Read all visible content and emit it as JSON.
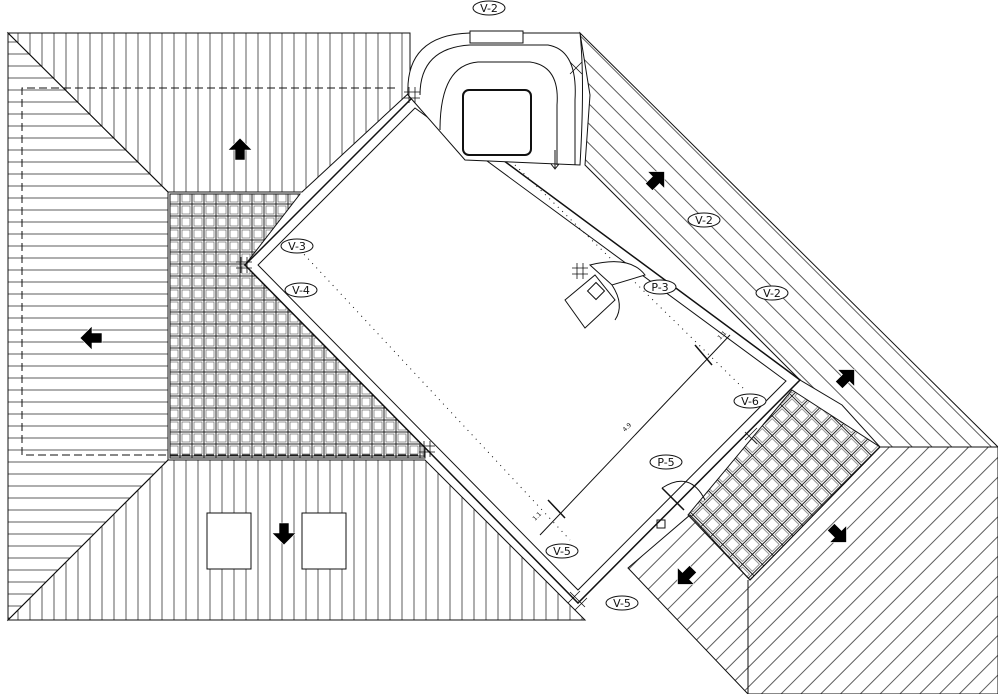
{
  "drawing": {
    "type": "roof plan",
    "line_color": "#111111",
    "background": "#ffffff"
  },
  "labels": [
    {
      "id": "v2-top",
      "text": "V-2"
    },
    {
      "id": "v2-a",
      "text": "V-2"
    },
    {
      "id": "v2-b",
      "text": "V-2"
    },
    {
      "id": "v3",
      "text": "V-3"
    },
    {
      "id": "v4",
      "text": "V-4"
    },
    {
      "id": "p3",
      "text": "P-3"
    },
    {
      "id": "v6",
      "text": "V-6"
    },
    {
      "id": "p5",
      "text": "P-5"
    },
    {
      "id": "v5-a",
      "text": "V-5"
    },
    {
      "id": "v5-b",
      "text": "V-5"
    }
  ],
  "dimensions": {
    "main": "4.9",
    "end_top": "1.1",
    "end_bottom": "1.1"
  },
  "icons": [
    "slope-arrow-icon",
    "skylight-icon",
    "stair-icon",
    "door-swing-icon"
  ]
}
